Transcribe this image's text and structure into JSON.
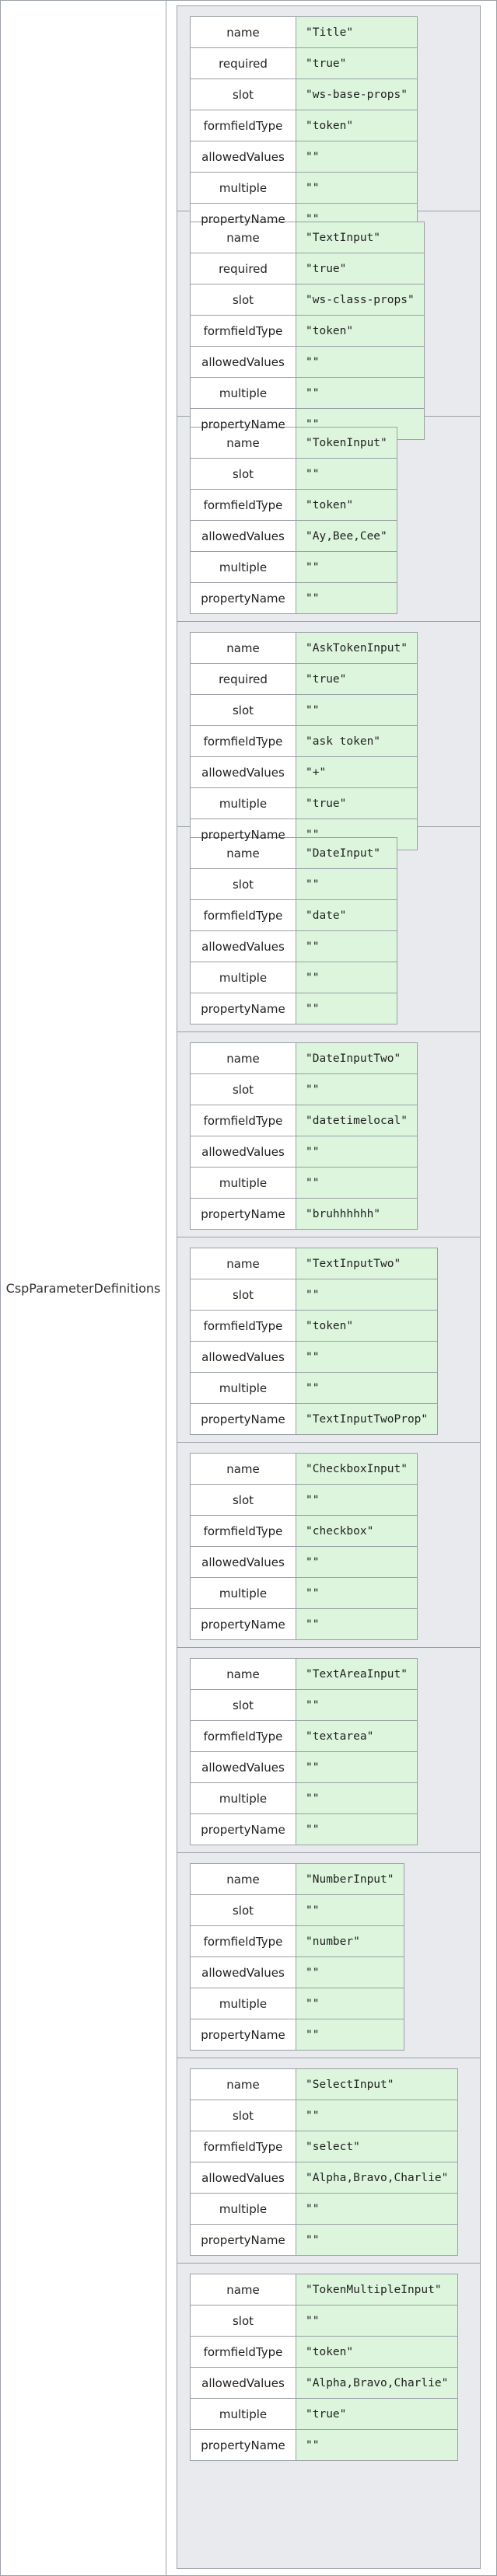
{
  "section_label": "CspParameterDefinitions",
  "definitions": [
    {
      "props": [
        [
          "name",
          "\"Title\""
        ],
        [
          "required",
          "\"true\""
        ],
        [
          "slot",
          "\"ws-base-props\""
        ],
        [
          "formfieldType",
          "\"token\""
        ],
        [
          "allowedValues",
          "\"\""
        ],
        [
          "multiple",
          "\"\""
        ],
        [
          "propertyName",
          "\"\""
        ]
      ]
    },
    {
      "props": [
        [
          "name",
          "\"TextInput\""
        ],
        [
          "required",
          "\"true\""
        ],
        [
          "slot",
          "\"ws-class-props\""
        ],
        [
          "formfieldType",
          "\"token\""
        ],
        [
          "allowedValues",
          "\"\""
        ],
        [
          "multiple",
          "\"\""
        ],
        [
          "propertyName",
          "\"\""
        ]
      ]
    },
    {
      "props": [
        [
          "name",
          "\"TokenInput\""
        ],
        [
          "slot",
          "\"\""
        ],
        [
          "formfieldType",
          "\"token\""
        ],
        [
          "allowedValues",
          "\"Ay,Bee,Cee\""
        ],
        [
          "multiple",
          "\"\""
        ],
        [
          "propertyName",
          "\"\""
        ]
      ]
    },
    {
      "props": [
        [
          "name",
          "\"AskTokenInput\""
        ],
        [
          "required",
          "\"true\""
        ],
        [
          "slot",
          "\"\""
        ],
        [
          "formfieldType",
          "\"ask token\""
        ],
        [
          "allowedValues",
          "\"+\""
        ],
        [
          "multiple",
          "\"true\""
        ],
        [
          "propertyName",
          "\"\""
        ]
      ]
    },
    {
      "props": [
        [
          "name",
          "\"DateInput\""
        ],
        [
          "slot",
          "\"\""
        ],
        [
          "formfieldType",
          "\"date\""
        ],
        [
          "allowedValues",
          "\"\""
        ],
        [
          "multiple",
          "\"\""
        ],
        [
          "propertyName",
          "\"\""
        ]
      ]
    },
    {
      "props": [
        [
          "name",
          "\"DateInputTwo\""
        ],
        [
          "slot",
          "\"\""
        ],
        [
          "formfieldType",
          "\"datetimelocal\""
        ],
        [
          "allowedValues",
          "\"\""
        ],
        [
          "multiple",
          "\"\""
        ],
        [
          "propertyName",
          "\"bruhhhhhh\""
        ]
      ]
    },
    {
      "props": [
        [
          "name",
          "\"TextInputTwo\""
        ],
        [
          "slot",
          "\"\""
        ],
        [
          "formfieldType",
          "\"token\""
        ],
        [
          "allowedValues",
          "\"\""
        ],
        [
          "multiple",
          "\"\""
        ],
        [
          "propertyName",
          "\"TextInputTwoProp\""
        ]
      ]
    },
    {
      "props": [
        [
          "name",
          "\"CheckboxInput\""
        ],
        [
          "slot",
          "\"\""
        ],
        [
          "formfieldType",
          "\"checkbox\""
        ],
        [
          "allowedValues",
          "\"\""
        ],
        [
          "multiple",
          "\"\""
        ],
        [
          "propertyName",
          "\"\""
        ]
      ]
    },
    {
      "props": [
        [
          "name",
          "\"TextAreaInput\""
        ],
        [
          "slot",
          "\"\""
        ],
        [
          "formfieldType",
          "\"textarea\""
        ],
        [
          "allowedValues",
          "\"\""
        ],
        [
          "multiple",
          "\"\""
        ],
        [
          "propertyName",
          "\"\""
        ]
      ]
    },
    {
      "props": [
        [
          "name",
          "\"NumberInput\""
        ],
        [
          "slot",
          "\"\""
        ],
        [
          "formfieldType",
          "\"number\""
        ],
        [
          "allowedValues",
          "\"\""
        ],
        [
          "multiple",
          "\"\""
        ],
        [
          "propertyName",
          "\"\""
        ]
      ]
    },
    {
      "props": [
        [
          "name",
          "\"SelectInput\""
        ],
        [
          "slot",
          "\"\""
        ],
        [
          "formfieldType",
          "\"select\""
        ],
        [
          "allowedValues",
          "\"Alpha,Bravo,Charlie\""
        ],
        [
          "multiple",
          "\"\""
        ],
        [
          "propertyName",
          "\"\""
        ]
      ]
    },
    {
      "props": [
        [
          "name",
          "\"TokenMultipleInput\""
        ],
        [
          "slot",
          "\"\""
        ],
        [
          "formfieldType",
          "\"token\""
        ],
        [
          "allowedValues",
          "\"Alpha,Bravo,Charlie\""
        ],
        [
          "multiple",
          "\"true\""
        ],
        [
          "propertyName",
          "\"\""
        ]
      ]
    }
  ]
}
